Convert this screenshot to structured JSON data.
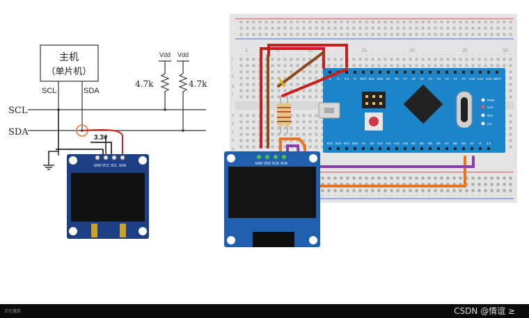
{
  "schematic": {
    "host_line1": "主机",
    "host_line2": "（单片机）",
    "scl_pin": "SCL",
    "sda_pin": "SDA",
    "scl_bus": "SCL",
    "sda_bus": "SDA",
    "vdd_left": "Vdd",
    "vdd_right": "Vdd",
    "res_left": "4.7k",
    "res_right": "4.7k",
    "vcc_note": "3.3v",
    "oled_pins": [
      "GND",
      "VCC",
      "SCL",
      "SDA"
    ]
  },
  "breadboard": {
    "col_numbers": [
      "1",
      "5",
      "10",
      "15",
      "20",
      "25",
      "30"
    ],
    "row_letters_top": [
      "j",
      "i",
      "h",
      "g",
      "f"
    ],
    "row_letters_bottom": [
      "e",
      "d",
      "c",
      "b",
      "a"
    ],
    "board_top_pins": [
      "G",
      "G",
      "3.3",
      "R",
      "RST",
      "B11",
      "B10",
      "B1",
      "B0",
      "A7",
      "A6",
      "A5",
      "A4",
      "A3",
      "A2",
      "A1",
      "A0",
      "C15",
      "C14",
      "C13",
      "VBAT"
    ],
    "board_bottom_pins": [
      "B12",
      "B13",
      "B14",
      "B15",
      "A8",
      "A9",
      "A10",
      "A11",
      "A12",
      "A15",
      "B3",
      "B4",
      "B5",
      "B6",
      "B7",
      "B8",
      "B9",
      "5V",
      "G",
      "3.3"
    ],
    "board_leds": [
      "PWR",
      "CLK",
      "DIO",
      "3.3"
    ],
    "oled_pins": [
      "GND",
      "VDD",
      "SCK",
      "SDA"
    ]
  },
  "footer": {
    "left_text": "正在播放",
    "watermark": "CSDN @情谊 ≥"
  }
}
